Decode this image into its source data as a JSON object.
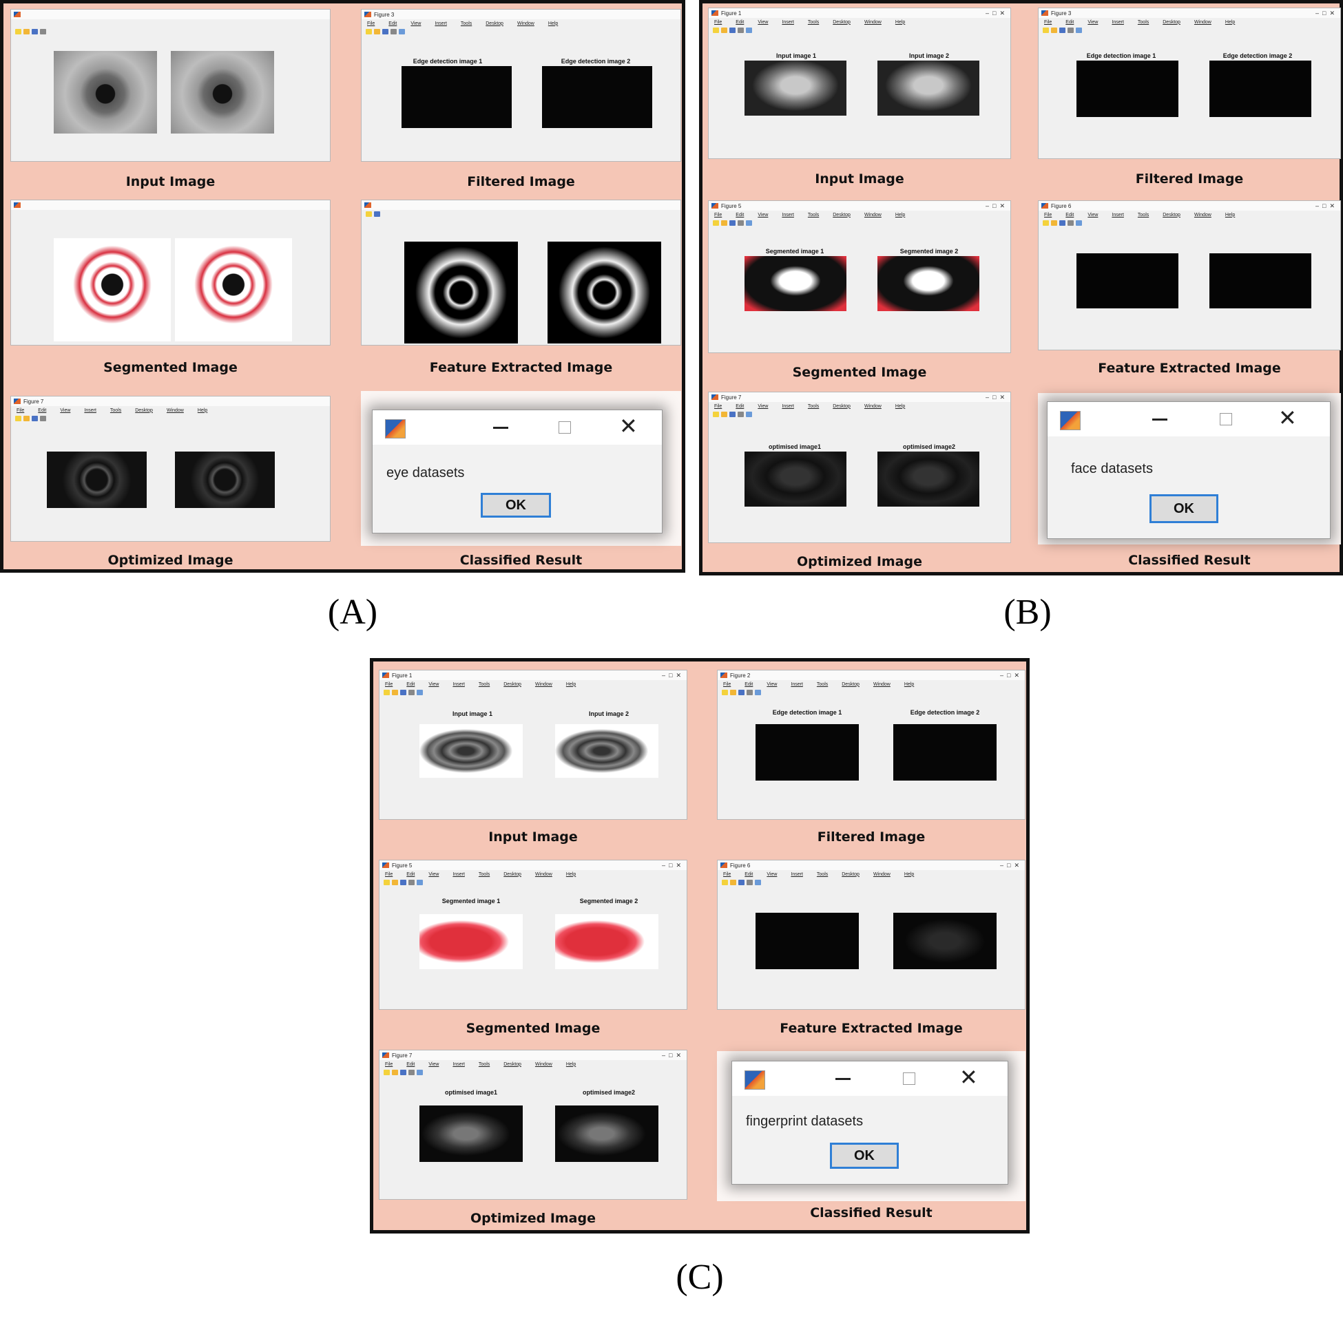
{
  "panel_labels": [
    "(A)",
    "(B)",
    "(C)"
  ],
  "captions": {
    "input": "Input Image",
    "filtered": "Filtered Image",
    "segmented": "Segmented Image",
    "feature": "Feature Extracted Image",
    "optimized": "Optimized Image",
    "classified": "Classified Result"
  },
  "menu": [
    "File",
    "Edit",
    "View",
    "Insert",
    "Tools",
    "Desktop",
    "Window",
    "Help"
  ],
  "figure_titles": {
    "fig1": "Figure 1",
    "fig3": "Figure 3",
    "fig5": "Figure 5",
    "fig6": "Figure 6",
    "fig7": "Figure 7",
    "fig2": "Figure 2"
  },
  "subtitles": {
    "input1": "Input image 1",
    "input2": "Input image 2",
    "edge1": "Edge detection image 1",
    "edge2": "Edge detection image 2",
    "seg1": "Segmented image 1",
    "seg2": "Segmented image 2",
    "opt1": "optimised image1",
    "opt2": "optimised image2"
  },
  "dialogs": {
    "a_msg": "eye datasets",
    "b_msg": "face datasets",
    "c_msg": "fingerprint datasets",
    "ok": "OK"
  },
  "colors": {
    "panel_bg": "#f5c6b6",
    "accent_blue": "#2f7fd6",
    "segment_red": "#e0303c"
  }
}
